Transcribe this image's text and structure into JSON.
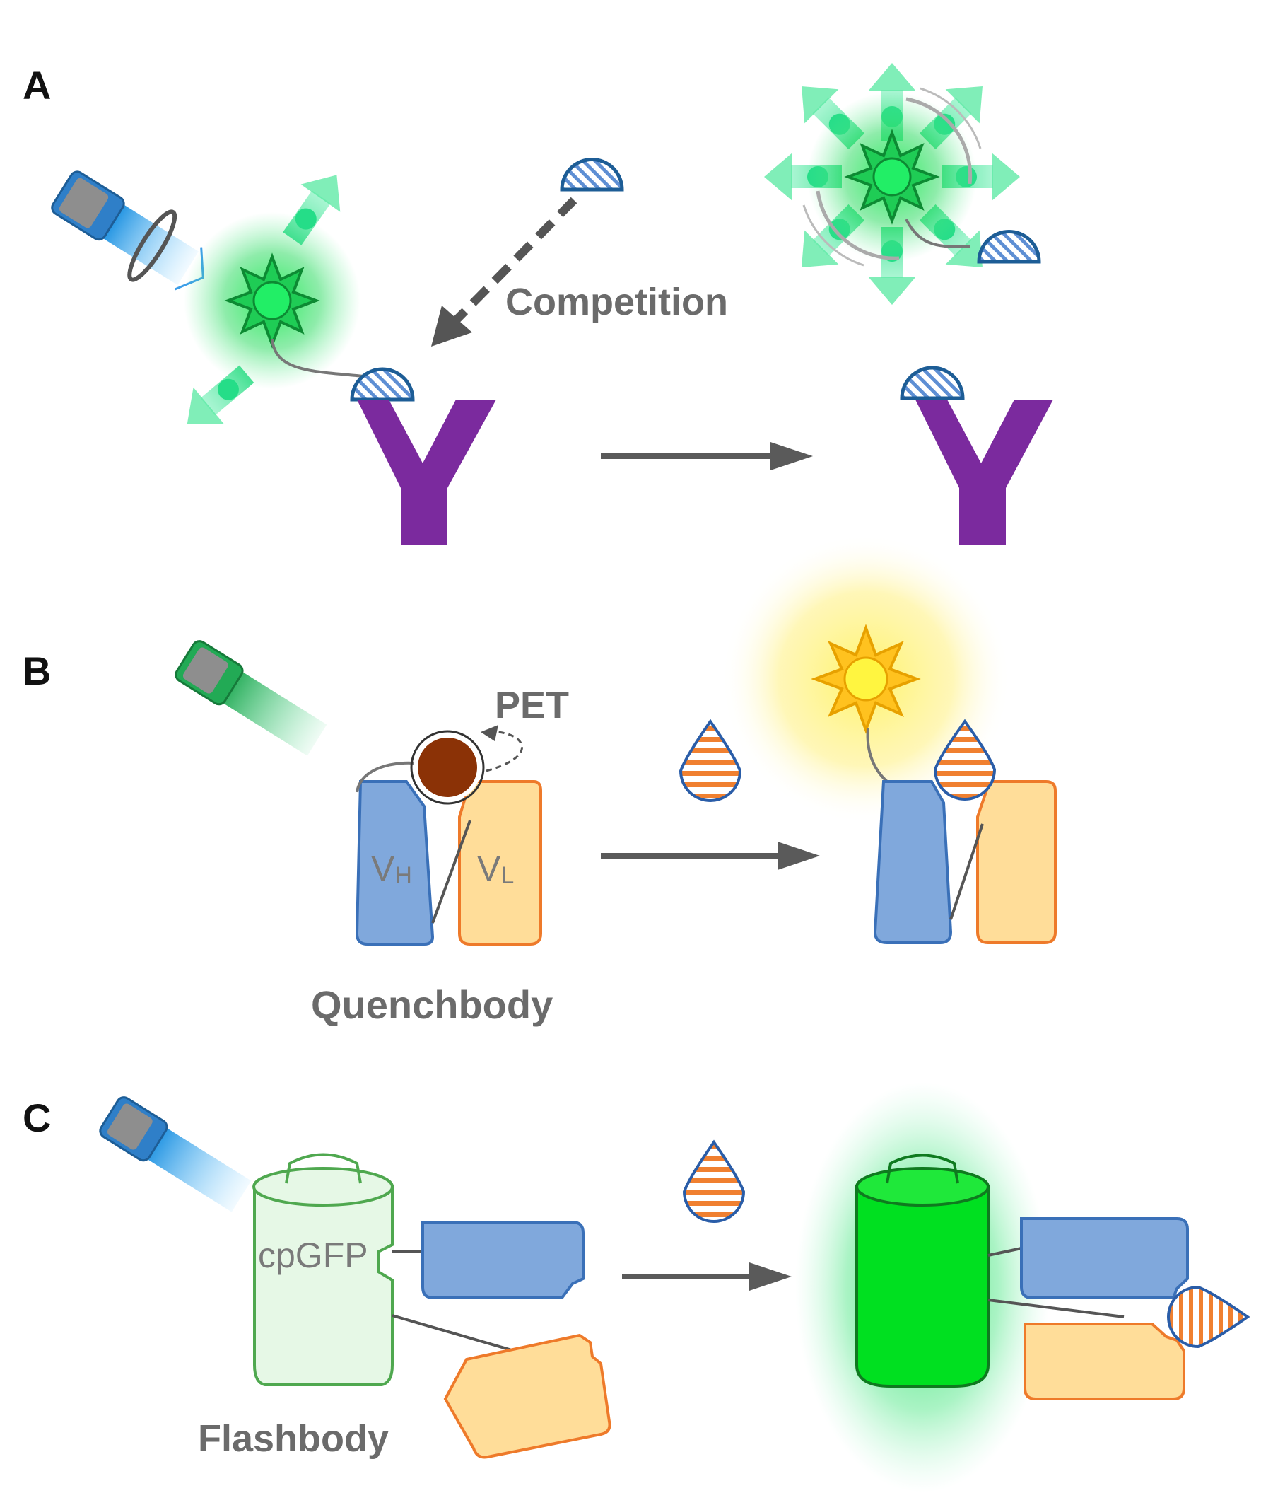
{
  "panels": {
    "a": {
      "letter": "A",
      "competition_label": "Competition"
    },
    "b": {
      "letter": "B",
      "pet_label": "PET",
      "vh_label": "VH",
      "vl_label": "VL",
      "quenchbody_label": "Quenchbody"
    },
    "c": {
      "letter": "C",
      "cpgfp_label": "cpGFP",
      "flashbody_label": "Flashbody"
    }
  },
  "colors": {
    "antibody_purple": "#7b2a9e",
    "vh_blue": "#80a8dc",
    "vh_stroke": "#3a70b8",
    "vl_yellow": "#ffdd99",
    "vl_stroke": "#ee7a2a",
    "green_fluor": "#22dd55",
    "yellow_fluor": "#ffd700",
    "quencher_brown": "#8b3206",
    "arrow_gray": "#5a5a5a",
    "antigen_orange": "#f08030",
    "cpgfp_bright": "#00e020"
  },
  "icons": [
    "laser-icon",
    "fluorophore-icon",
    "antigen-icon",
    "antibody-icon",
    "quencher-icon",
    "cpgfp-barrel-icon"
  ]
}
